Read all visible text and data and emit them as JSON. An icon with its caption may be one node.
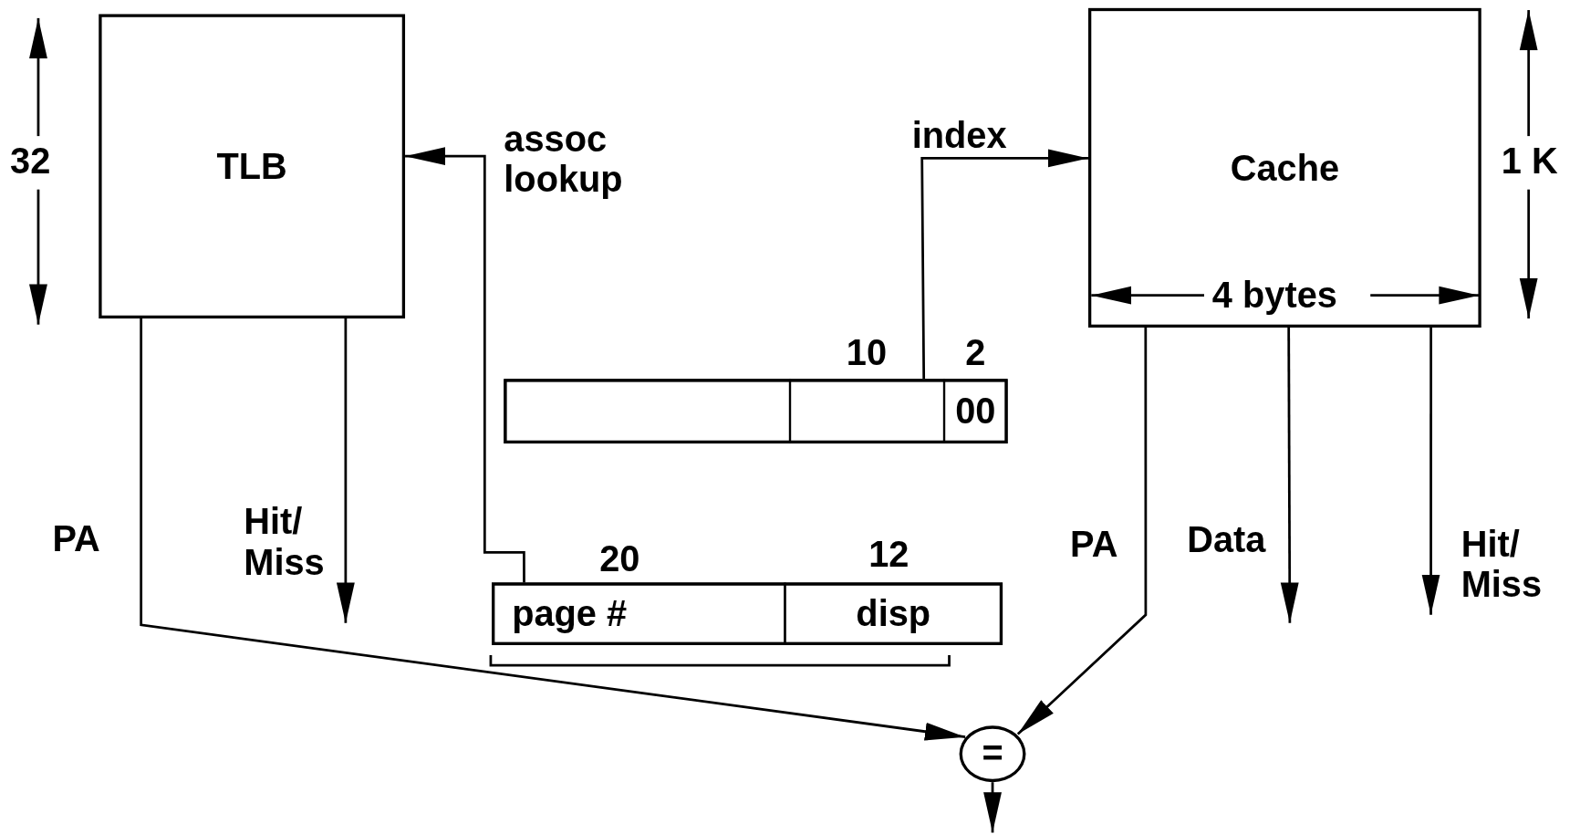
{
  "diagram": {
    "nodes": [
      {
        "text": [
          "TLB"
        ]
      },
      {
        "text": [
          "Cache"
        ]
      },
      {
        "text": [],
        "shape": "box"
      },
      {
        "text": [],
        "shape": "box",
        "in": 2
      },
      {
        "text": [],
        "shape": "box",
        "in": 2,
        "beside": [
          "10"
        ]
      },
      {
        "text": [
          "00"
        ],
        "in": 2,
        "beside": [
          "2"
        ]
      },
      {
        "text": [],
        "shape": "box"
      },
      {
        "text": [
          "page #"
        ],
        "in": 6,
        "beside": [
          "20"
        ]
      },
      {
        "text": [
          "disp"
        ],
        "in": 6,
        "beside": [
          "12"
        ]
      },
      {
        "text": [
          "="
        ]
      }
    ],
    "edges": [
      {
        "from": 7,
        "to": 0,
        "arrow": "to",
        "label": "assoc lookup"
      },
      {
        "from": 4,
        "to": 1,
        "arrow": "to",
        "label": "index"
      },
      {
        "from": 0,
        "to": 9,
        "arrow": "to",
        "label": "PA"
      },
      {
        "from": 0,
        "to": null,
        "arrow": "to",
        "label": "Hit/ Miss"
      },
      {
        "from": 1,
        "to": 9,
        "arrow": "to",
        "label": "PA"
      },
      {
        "from": 1,
        "to": null,
        "arrow": "to",
        "label": "Data"
      },
      {
        "from": 1,
        "to": null,
        "arrow": "to",
        "label": "Hit/ Miss"
      },
      {
        "from": 9,
        "to": null,
        "arrow": "to"
      }
    ],
    "labels": [
      "32",
      "1 K",
      "4 bytes"
    ]
  }
}
